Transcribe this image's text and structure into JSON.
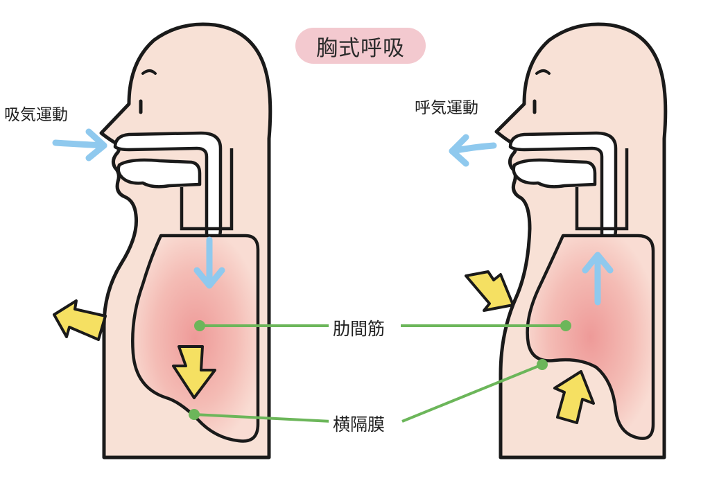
{
  "title": "胸式呼吸",
  "panels": {
    "inhale": {
      "label": "吸気運動"
    },
    "exhale": {
      "label": "呼気運動"
    }
  },
  "callouts": {
    "intercostal": "肋間筋",
    "diaphragm": "横隔膜"
  },
  "colors": {
    "outline": "#1a1a1a",
    "skin": "#f8e1d6",
    "lung_core": "#ee9a98",
    "air_arrow": "#8fc9ee",
    "force_arrow": "#f5e062",
    "leader_line": "#6cb65a",
    "title_bg": "#f3c9cf"
  },
  "icons": {
    "air_arrow": "arrow-icon",
    "force_arrow": "block-arrow-icon"
  }
}
